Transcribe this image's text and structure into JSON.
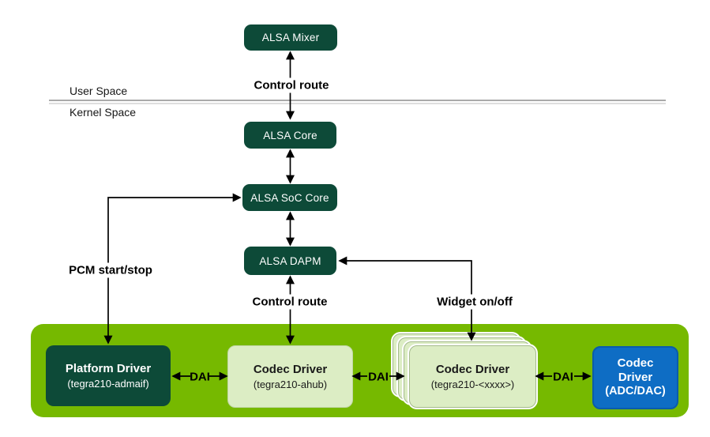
{
  "diagram": {
    "user_space_label": "User Space",
    "kernel_space_label": "Kernel Space",
    "arrows": {
      "control_route_top": "Control route",
      "control_route_bottom": "Control route",
      "pcm_start_stop": "PCM start/stop",
      "widget_on_off": "Widget on/off",
      "dai_left": "DAI",
      "dai_middle": "DAI",
      "dai_right": "DAI"
    },
    "nodes": {
      "alsa_mixer": "ALSA Mixer",
      "alsa_core": "ALSA Core",
      "alsa_soc_core": "ALSA SoC Core",
      "alsa_dapm": "ALSA DAPM",
      "platform_driver": {
        "title": "Platform Driver",
        "subtitle": "(tegra210-admaif)"
      },
      "codec_driver_ahub": {
        "title": "Codec Driver",
        "subtitle": "(tegra210-ahub)"
      },
      "codec_driver_generic": {
        "title": "Codec Driver",
        "subtitle": "(tegra210-<xxxx>)"
      },
      "codec_driver_adcdac": {
        "title": "Codec Driver",
        "subtitle": "(ADC/DAC)"
      }
    },
    "colors": {
      "dark_green": "#0d4a38",
      "nvidia_green": "#76b900",
      "light_green": "#dcedc4",
      "blue": "#0e6dc4"
    }
  }
}
